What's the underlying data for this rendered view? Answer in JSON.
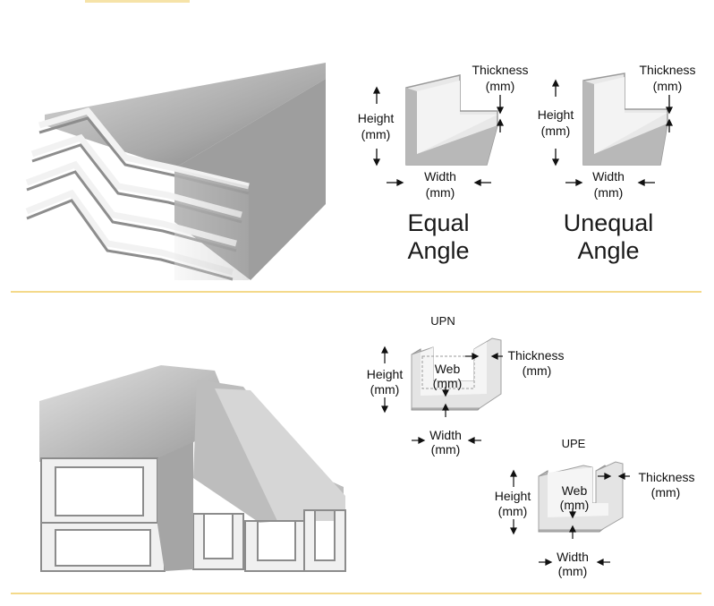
{
  "angles": {
    "equal": {
      "thickness": "Thickness",
      "thickness_unit": "(mm)",
      "height": "Height",
      "height_unit": "(mm)",
      "width": "Width",
      "width_unit": "(mm)",
      "title_line1": "Equal",
      "title_line2": "Angle"
    },
    "unequal": {
      "thickness": "Thickness",
      "thickness_unit": "(mm)",
      "height": "Height",
      "height_unit": "(mm)",
      "width": "Width",
      "width_unit": "(mm)",
      "title_line1": "Unequal",
      "title_line2": "Angle"
    }
  },
  "channels": {
    "upn": {
      "name": "UPN",
      "thickness": "Thickness",
      "thickness_unit": "(mm)",
      "height": "Height",
      "height_unit": "(mm)",
      "web": "Web",
      "web_unit": "(mm)",
      "width": "Width",
      "width_unit": "(mm)"
    },
    "upe": {
      "name": "UPE",
      "thickness": "Thickness",
      "thickness_unit": "(mm)",
      "height": "Height",
      "height_unit": "(mm)",
      "web": "Web",
      "web_unit": "(mm)",
      "width": "Width",
      "width_unit": "(mm)"
    }
  },
  "colors": {
    "divider": "#f4d98a",
    "steel_light": "#e6e6e6",
    "steel_mid": "#bdbdbd",
    "steel_dark": "#8a8a8a"
  }
}
